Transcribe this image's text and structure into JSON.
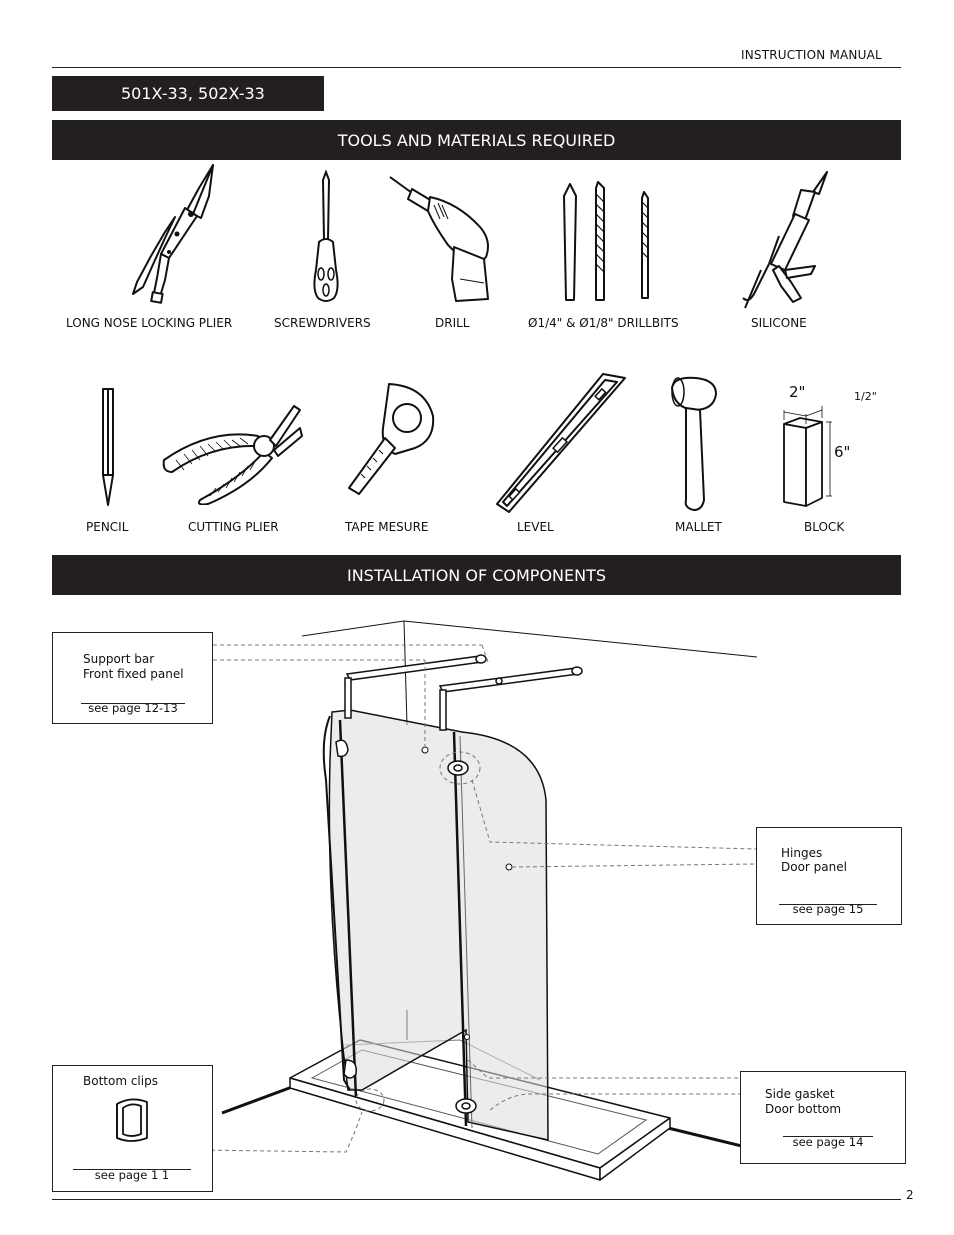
{
  "header": {
    "title": "INSTRUCTION MANUAL"
  },
  "model": {
    "label": "501X-33, 502X-33"
  },
  "tools_section": {
    "title": "TOOLS AND MATERIALS REQUIRED",
    "row1": [
      {
        "label": "LONG NOSE LOCKING PLIER",
        "icon": "locking-plier-icon"
      },
      {
        "label": "SCREWDRIVERS",
        "icon": "screwdriver-icon"
      },
      {
        "label": "DRILL",
        "icon": "drill-icon"
      },
      {
        "label": "Ø1/4\" & Ø1/8\" DRILLBITS",
        "icon": "drillbits-icon"
      },
      {
        "label": "SILICONE",
        "icon": "caulk-gun-icon"
      }
    ],
    "row2": [
      {
        "label": "PENCIL",
        "icon": "pencil-icon"
      },
      {
        "label": "CUTTING PLIER",
        "icon": "cutting-plier-icon"
      },
      {
        "label": "TAPE MESURE",
        "icon": "tape-measure-icon"
      },
      {
        "label": "LEVEL",
        "icon": "level-icon"
      },
      {
        "label": "MALLET",
        "icon": "mallet-icon"
      },
      {
        "label": "BLOCK",
        "icon": "block-icon"
      }
    ],
    "block_dims": {
      "width": "2\"",
      "depth": "1/2\"",
      "height": "6\""
    }
  },
  "install_section": {
    "title": "INSTALLATION OF COMPONENTS",
    "callouts": {
      "support": {
        "items": [
          "Support bar",
          "Front fixed panel"
        ],
        "ref": "see page 12-13"
      },
      "hinges": {
        "items": [
          "Hinges",
          "Door panel"
        ],
        "ref": "see page 15"
      },
      "clips": {
        "items": [
          "Bottom clips"
        ],
        "ref": "see page 1  1"
      },
      "gasket": {
        "items": [
          "Side gasket",
          "Door bottom"
        ],
        "ref": "see page 14"
      }
    },
    "bullet_glyph": "",
    "colors": {
      "bar": "#231f20",
      "glass": "#d9d9d9"
    }
  },
  "footer": {
    "page_number": "2"
  }
}
